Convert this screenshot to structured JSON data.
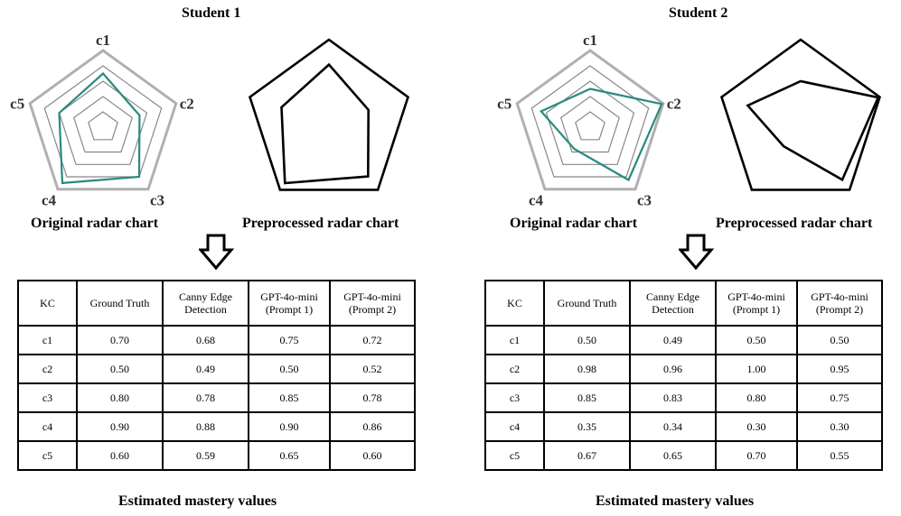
{
  "students": [
    {
      "title": "Student 1",
      "axis_labels": [
        "c1",
        "c2",
        "c3",
        "c4",
        "c5"
      ],
      "original_caption": "Original radar chart",
      "preprocessed_caption": "Preprocessed radar chart",
      "table_caption": "Estimated mastery values",
      "table": {
        "headers": [
          "KC",
          "Ground Truth",
          "Canny Edge Detection",
          "GPT-4o-mini (Prompt 1)",
          "GPT-4o-mini (Prompt 2)"
        ],
        "rows": [
          [
            "c1",
            "0.70",
            "0.68",
            "0.75",
            "0.72"
          ],
          [
            "c2",
            "0.50",
            "0.49",
            "0.50",
            "0.52"
          ],
          [
            "c3",
            "0.80",
            "0.78",
            "0.85",
            "0.78"
          ],
          [
            "c4",
            "0.90",
            "0.88",
            "0.90",
            "0.86"
          ],
          [
            "c5",
            "0.60",
            "0.59",
            "0.65",
            "0.60"
          ]
        ]
      },
      "mastery": [
        0.7,
        0.5,
        0.8,
        0.9,
        0.6
      ],
      "colors": {
        "series": "#2a8a80",
        "grid": "#888888",
        "frame": "#b0b0b0",
        "outline": "#000000"
      }
    },
    {
      "title": "Student 2",
      "axis_labels": [
        "c1",
        "c2",
        "c3",
        "c4",
        "c5"
      ],
      "original_caption": "Original radar chart",
      "preprocessed_caption": "Preprocessed radar chart",
      "table_caption": "Estimated mastery values",
      "table": {
        "headers": [
          "KC",
          "Ground Truth",
          "Canny Edge Detection",
          "GPT-4o-mini (Prompt 1)",
          "GPT-4o-mini (Prompt 2)"
        ],
        "rows": [
          [
            "c1",
            "0.50",
            "0.49",
            "0.50",
            "0.50"
          ],
          [
            "c2",
            "0.98",
            "0.96",
            "1.00",
            "0.95"
          ],
          [
            "c3",
            "0.85",
            "0.83",
            "0.80",
            "0.75"
          ],
          [
            "c4",
            "0.35",
            "0.34",
            "0.30",
            "0.30"
          ],
          [
            "c5",
            "0.67",
            "0.65",
            "0.70",
            "0.55"
          ]
        ]
      },
      "mastery": [
        0.5,
        0.98,
        0.85,
        0.35,
        0.67
      ],
      "colors": {
        "series": "#2a8a80",
        "grid": "#888888",
        "frame": "#b0b0b0",
        "outline": "#000000"
      }
    }
  ]
}
